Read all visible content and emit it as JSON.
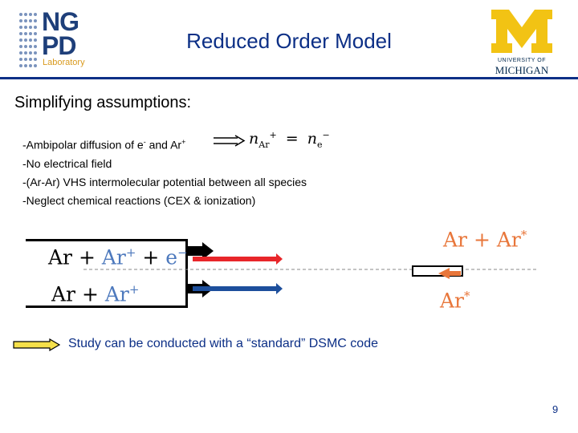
{
  "header": {
    "logo_left": {
      "line1": "NG",
      "line2": "PD",
      "subtitle": "Laboratory"
    },
    "title": "Reduced Order Model",
    "logo_right": {
      "line1": "UNIVERSITY OF",
      "line2": "MICHIGAN"
    }
  },
  "heading": "Simplifying assumptions:",
  "bullets": [
    {
      "pre": "-Ambipolar diffusion of e",
      "sup1": "-",
      "mid": " and Ar",
      "sup2": "+"
    },
    {
      "text": "-No electrical field"
    },
    {
      "text": "-(Ar-Ar) VHS intermolecular potential between all species"
    },
    {
      "text": "-Neglect chemical reactions (CEX & ionization)"
    }
  ],
  "formula": {
    "lhs": "n",
    "lhs_sub": "Ar",
    "lhs_sup": "+",
    "op": "=",
    "rhs": "n",
    "rhs_sub": "e",
    "rhs_sup": "−"
  },
  "diagram": {
    "eq1": {
      "a": "Ar",
      "p1": " + ",
      "b": "Ar",
      "b_sup": "+",
      "p2": " + ",
      "c": "e",
      "c_sup": "−"
    },
    "eq2": {
      "a": "Ar",
      "p1": " + ",
      "b": "Ar",
      "b_sup": "+"
    },
    "eq3": {
      "a": "Ar",
      "p1": " + ",
      "b": "Ar",
      "b_sup": "*"
    },
    "eq4": {
      "a": "Ar",
      "a_sup": "*"
    }
  },
  "conclusion": "Study can be conducted with a “standard” DSMC code",
  "page_number": "9",
  "colors": {
    "title_blue": "#0c2f86",
    "arrow_red": "#e8262a",
    "arrow_blue": "#1d4f9c",
    "orange": "#e8763a",
    "yellow": "#f5e04a",
    "species_blue": "#4d79bd"
  }
}
